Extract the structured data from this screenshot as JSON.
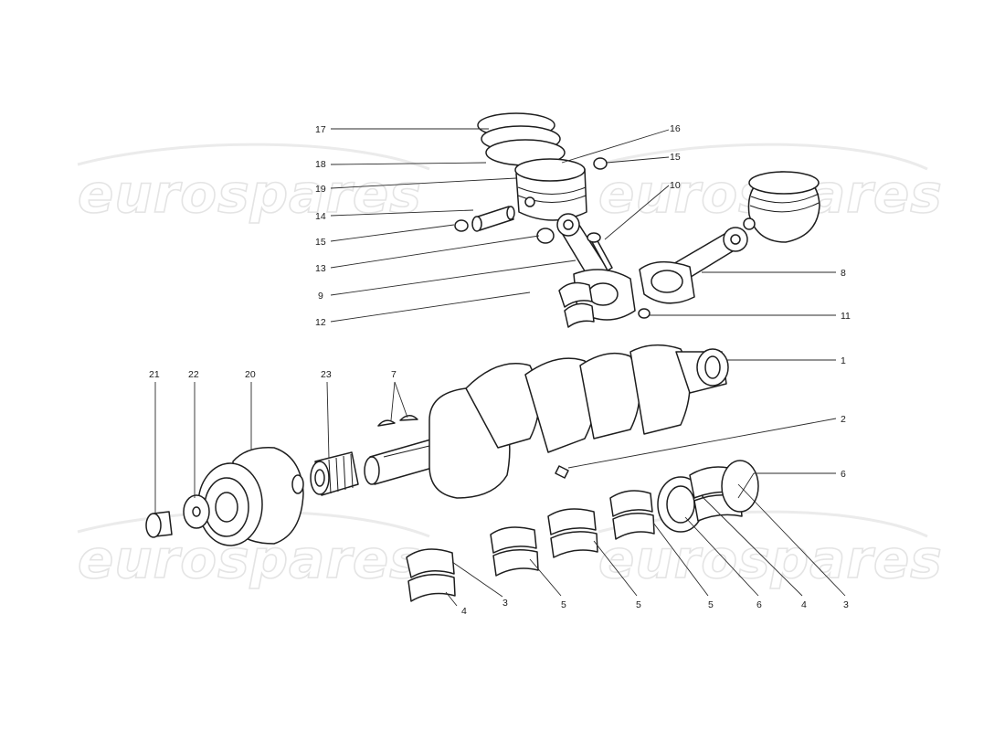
{
  "watermark": {
    "text": "eurospares"
  },
  "callouts": [
    {
      "id": "17",
      "label": "17"
    },
    {
      "id": "18",
      "label": "18"
    },
    {
      "id": "19",
      "label": "19"
    },
    {
      "id": "14",
      "label": "14"
    },
    {
      "id": "15a",
      "label": "15"
    },
    {
      "id": "13",
      "label": "13"
    },
    {
      "id": "9",
      "label": "9"
    },
    {
      "id": "12",
      "label": "12"
    },
    {
      "id": "16",
      "label": "16"
    },
    {
      "id": "15b",
      "label": "15"
    },
    {
      "id": "10",
      "label": "10"
    },
    {
      "id": "8",
      "label": "8"
    },
    {
      "id": "11",
      "label": "11"
    },
    {
      "id": "1",
      "label": "1"
    },
    {
      "id": "2",
      "label": "2"
    },
    {
      "id": "6a",
      "label": "6"
    },
    {
      "id": "21",
      "label": "21"
    },
    {
      "id": "22",
      "label": "22"
    },
    {
      "id": "20",
      "label": "20"
    },
    {
      "id": "23",
      "label": "23"
    },
    {
      "id": "7",
      "label": "7"
    },
    {
      "id": "4a",
      "label": "4"
    },
    {
      "id": "3a",
      "label": "3"
    },
    {
      "id": "5a",
      "label": "5"
    },
    {
      "id": "5b",
      "label": "5"
    },
    {
      "id": "5c",
      "label": "5"
    },
    {
      "id": "6b",
      "label": "6"
    },
    {
      "id": "4b",
      "label": "4"
    },
    {
      "id": "3b",
      "label": "3"
    }
  ]
}
